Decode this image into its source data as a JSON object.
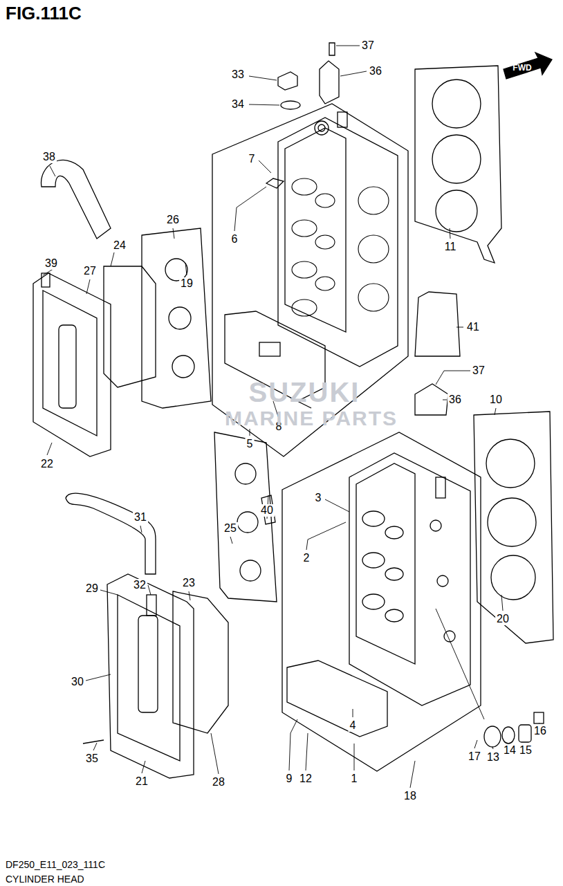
{
  "diagram": {
    "title": "FIG.111C",
    "caption": "CYLINDER HEAD",
    "labels": [
      "FWD",
      "37",
      "33",
      "36",
      "34",
      "7",
      "6",
      "11",
      "38",
      "26",
      "24",
      "39",
      "27",
      "19",
      "41",
      "37",
      "36",
      "10",
      "22",
      "5",
      "8",
      "31",
      "40",
      "25",
      "3",
      "23",
      "2",
      "29",
      "32",
      "20",
      "30",
      "35",
      "21",
      "28",
      "4",
      "9",
      "12",
      "1",
      "18",
      "17",
      "13",
      "14",
      "15",
      "16",
      "SUZUKI",
      "MARINE PARTS",
      "DF250_E11_023_111C"
    ]
  }
}
